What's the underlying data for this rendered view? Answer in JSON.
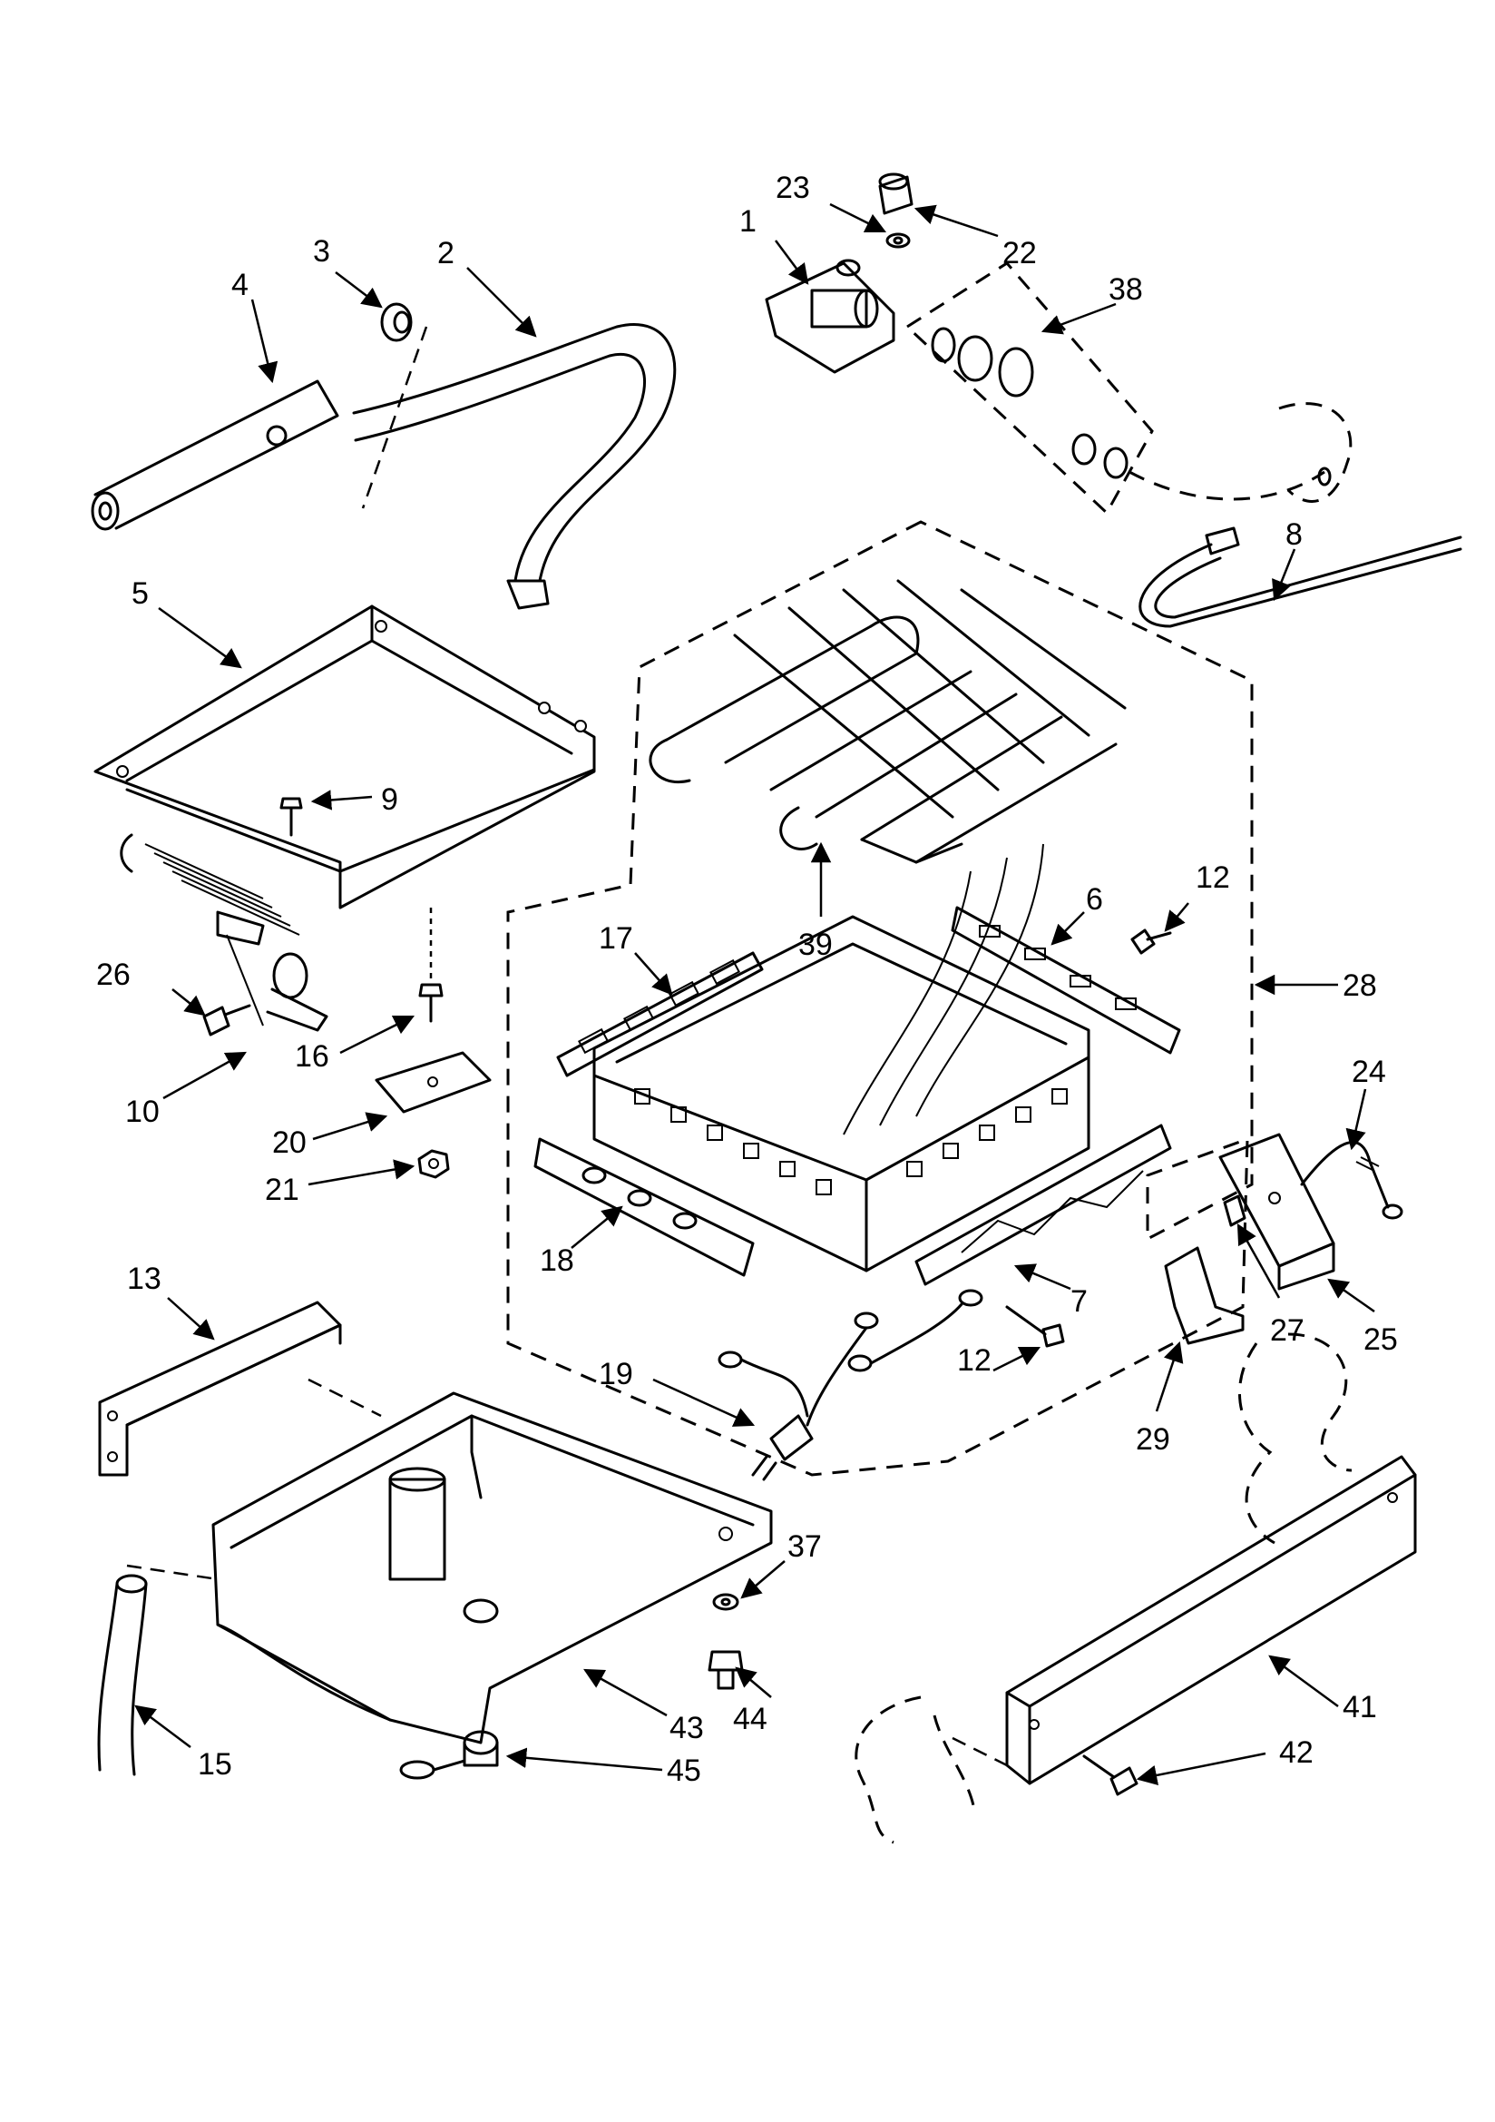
{
  "callouts": [
    {
      "id": "c1",
      "label": "1"
    },
    {
      "id": "c2",
      "label": "2"
    },
    {
      "id": "c3",
      "label": "3"
    },
    {
      "id": "c4",
      "label": "4"
    },
    {
      "id": "c5",
      "label": "5"
    },
    {
      "id": "c6",
      "label": "6"
    },
    {
      "id": "c7",
      "label": "7"
    },
    {
      "id": "c8",
      "label": "8"
    },
    {
      "id": "c9",
      "label": "9"
    },
    {
      "id": "c10",
      "label": "10"
    },
    {
      "id": "c12a",
      "label": "12"
    },
    {
      "id": "c12b",
      "label": "12"
    },
    {
      "id": "c13",
      "label": "13"
    },
    {
      "id": "c15",
      "label": "15"
    },
    {
      "id": "c16",
      "label": "16"
    },
    {
      "id": "c17",
      "label": "17"
    },
    {
      "id": "c18",
      "label": "18"
    },
    {
      "id": "c19",
      "label": "19"
    },
    {
      "id": "c20",
      "label": "20"
    },
    {
      "id": "c21",
      "label": "21"
    },
    {
      "id": "c22",
      "label": "22"
    },
    {
      "id": "c23",
      "label": "23"
    },
    {
      "id": "c24",
      "label": "24"
    },
    {
      "id": "c25",
      "label": "25"
    },
    {
      "id": "c26",
      "label": "26"
    },
    {
      "id": "c27",
      "label": "27"
    },
    {
      "id": "c28",
      "label": "28"
    },
    {
      "id": "c29",
      "label": "29"
    },
    {
      "id": "c37",
      "label": "37"
    },
    {
      "id": "c38",
      "label": "38"
    },
    {
      "id": "c39",
      "label": "39"
    },
    {
      "id": "c41",
      "label": "41"
    },
    {
      "id": "c42",
      "label": "42"
    },
    {
      "id": "c43",
      "label": "43"
    },
    {
      "id": "c44",
      "label": "44"
    },
    {
      "id": "c45",
      "label": "45"
    }
  ]
}
